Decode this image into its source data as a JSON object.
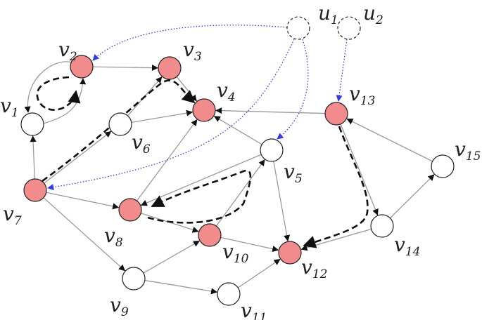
{
  "colors": {
    "node_fill_highlight": "#F28B8B",
    "node_fill_plain": "#FFFFFF",
    "node_stroke": "#222222",
    "edge_gray": "#9a9a9a",
    "arrow_black": "#111111",
    "edge_blue": "#2F3BE0"
  },
  "labels": {
    "u1": {
      "base": "u",
      "sub": "1"
    },
    "u2": {
      "base": "u",
      "sub": "2"
    },
    "v1": {
      "base": "v",
      "sub": "1"
    },
    "v2": {
      "base": "v",
      "sub": "2"
    },
    "v3": {
      "base": "v",
      "sub": "3"
    },
    "v4": {
      "base": "v",
      "sub": "4"
    },
    "v5": {
      "base": "v",
      "sub": "5"
    },
    "v6": {
      "base": "v",
      "sub": "6"
    },
    "v7": {
      "base": "v",
      "sub": "7"
    },
    "v8": {
      "base": "v",
      "sub": "8"
    },
    "v9": {
      "base": "v",
      "sub": "9"
    },
    "v10": {
      "base": "v",
      "sub": "10"
    },
    "v11": {
      "base": "v",
      "sub": "11"
    },
    "v12": {
      "base": "v",
      "sub": "12"
    },
    "v13": {
      "base": "v",
      "sub": "13"
    },
    "v14": {
      "base": "v",
      "sub": "14"
    },
    "v15": {
      "base": "v",
      "sub": "15"
    }
  },
  "nodes": [
    {
      "id": "u1",
      "highlight": false,
      "dashed": true
    },
    {
      "id": "u2",
      "highlight": false,
      "dashed": true
    },
    {
      "id": "v1",
      "highlight": false,
      "dashed": false
    },
    {
      "id": "v2",
      "highlight": true,
      "dashed": false
    },
    {
      "id": "v3",
      "highlight": true,
      "dashed": false
    },
    {
      "id": "v4",
      "highlight": true,
      "dashed": false
    },
    {
      "id": "v5",
      "highlight": false,
      "dashed": false
    },
    {
      "id": "v6",
      "highlight": false,
      "dashed": false
    },
    {
      "id": "v7",
      "highlight": true,
      "dashed": false
    },
    {
      "id": "v8",
      "highlight": true,
      "dashed": false
    },
    {
      "id": "v9",
      "highlight": false,
      "dashed": false
    },
    {
      "id": "v10",
      "highlight": true,
      "dashed": false
    },
    {
      "id": "v11",
      "highlight": false,
      "dashed": false
    },
    {
      "id": "v12",
      "highlight": true,
      "dashed": false
    },
    {
      "id": "v13",
      "highlight": true,
      "dashed": false
    },
    {
      "id": "v14",
      "highlight": false,
      "dashed": false
    },
    {
      "id": "v15",
      "highlight": false,
      "dashed": false
    }
  ],
  "edges": [
    {
      "from": "v2",
      "to": "v3"
    },
    {
      "from": "v2",
      "to": "v1"
    },
    {
      "from": "v1",
      "to": "v2"
    },
    {
      "from": "v3",
      "to": "v4"
    },
    {
      "from": "v6",
      "to": "v3"
    },
    {
      "from": "v6",
      "to": "v4"
    },
    {
      "from": "v7",
      "to": "v1"
    },
    {
      "from": "v7",
      "to": "v6"
    },
    {
      "from": "v7",
      "to": "v8"
    },
    {
      "from": "v7",
      "to": "v9"
    },
    {
      "from": "v8",
      "to": "v4"
    },
    {
      "from": "v8",
      "to": "v10"
    },
    {
      "from": "v5",
      "to": "v4"
    },
    {
      "from": "v5",
      "to": "v8"
    },
    {
      "from": "v5",
      "to": "v12"
    },
    {
      "from": "v10",
      "to": "v5"
    },
    {
      "from": "v10",
      "to": "v12"
    },
    {
      "from": "v9",
      "to": "v10"
    },
    {
      "from": "v9",
      "to": "v11"
    },
    {
      "from": "v11",
      "to": "v12"
    },
    {
      "from": "v13",
      "to": "v4"
    },
    {
      "from": "v13",
      "to": "v14"
    },
    {
      "from": "v14",
      "to": "v15"
    },
    {
      "from": "v15",
      "to": "v13"
    },
    {
      "from": "v14",
      "to": "v12"
    }
  ],
  "blue_edges": [
    {
      "from": "u1",
      "to": "v2"
    },
    {
      "from": "u1",
      "to": "v7"
    },
    {
      "from": "u1",
      "to": "v5"
    },
    {
      "from": "u2",
      "to": "v13"
    }
  ],
  "dashed_paths": [
    {
      "id": "dp-v2-loop",
      "from": "v2",
      "to": "v2"
    },
    {
      "id": "dp-v7-v4",
      "from": "v7",
      "to": "v4"
    },
    {
      "id": "dp-v8-v8",
      "from": "v8",
      "to": "v8"
    },
    {
      "id": "dp-v13-v12",
      "from": "v13",
      "to": "v12"
    }
  ]
}
